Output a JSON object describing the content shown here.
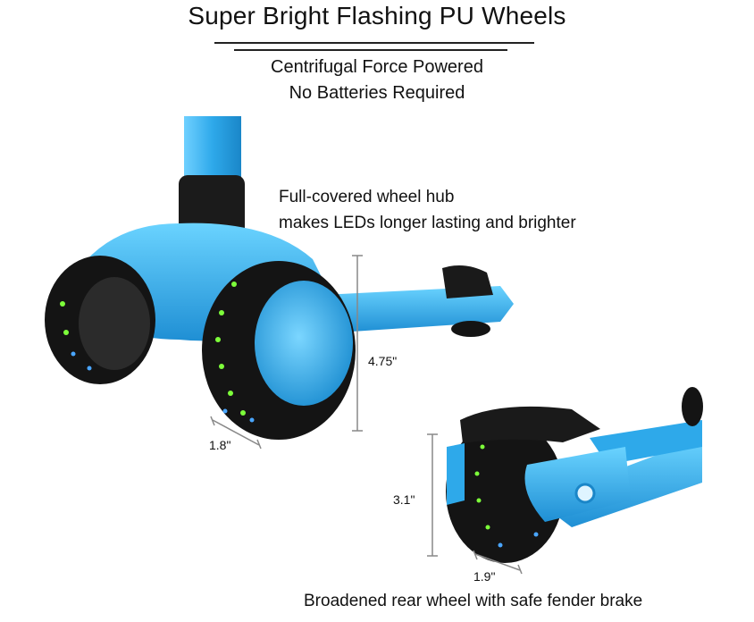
{
  "heading": {
    "title": "Super Bright Flashing PU Wheels",
    "line1": "Centrifugal Force Powered",
    "line2": "No Batteries Required"
  },
  "annotations": {
    "hub_line1": "Full-covered wheel hub",
    "hub_line2": "makes LEDs longer lasting and brighter",
    "front_diameter": "4.75\"",
    "front_width": "1.8\"",
    "rear_diameter": "3.1\"",
    "rear_width": "1.9\"",
    "rear_caption": "Broadened rear wheel with safe fender brake"
  },
  "colors": {
    "scooter_blue": "#2aa8e6",
    "wheel_black": "#141414",
    "led_green": "#7dff3a",
    "led_blue": "#4aa6ff"
  }
}
